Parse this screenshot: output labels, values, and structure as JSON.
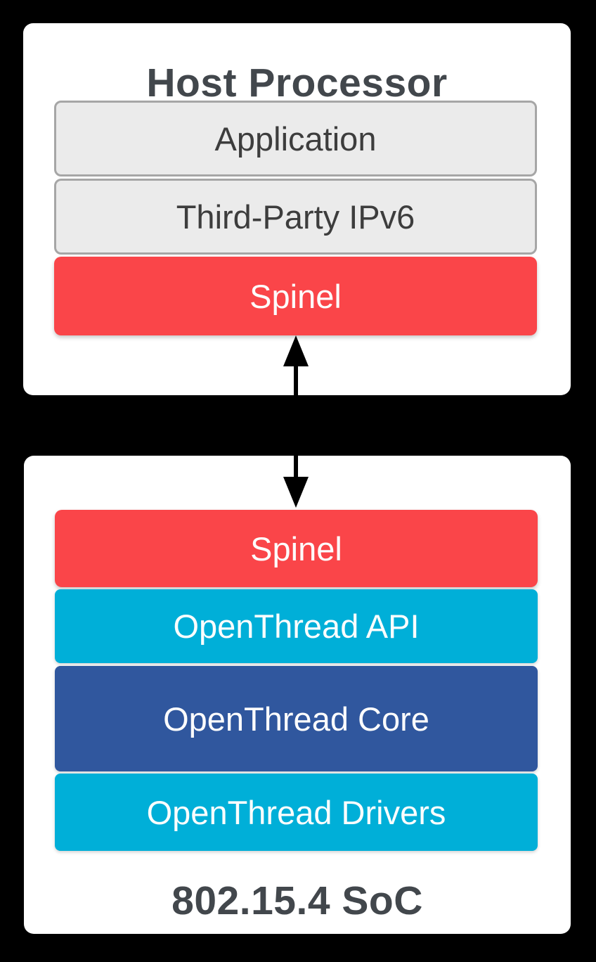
{
  "diagram": {
    "description": "OpenThread network co-processor architecture diagram",
    "host_card": {
      "title": "Host Processor",
      "layers": [
        {
          "label": "Application"
        },
        {
          "label": "Third-Party IPv6"
        },
        {
          "label": "Spinel"
        }
      ]
    },
    "soc_card": {
      "title": "802.15.4 SoC",
      "layers": [
        {
          "label": "Spinel"
        },
        {
          "label": "OpenThread API"
        },
        {
          "label": "OpenThread Core"
        },
        {
          "label": "OpenThread Drivers"
        }
      ]
    },
    "connector": {
      "type": "double-headed-vertical-arrow",
      "color": "#000000"
    }
  },
  "colors": {
    "red": "#fa4549",
    "cyan": "#00afd8",
    "blue": "#30579e",
    "gray-fill": "#ebebeb",
    "gray-border": "#a6a6a6",
    "card-bg": "#ffffff",
    "canvas-bg": "#000000",
    "title-text": "#42474c"
  }
}
